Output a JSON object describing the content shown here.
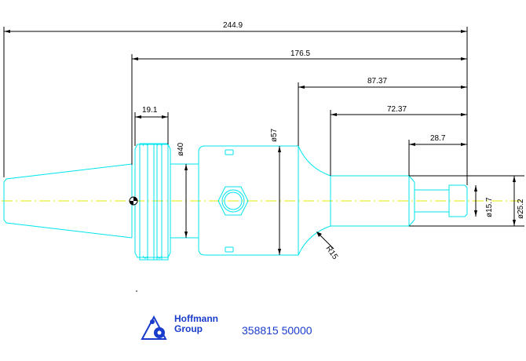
{
  "dimensions": {
    "overall_length": "244.9",
    "length_from_flange": "176.5",
    "length_from_body_end": "87.37",
    "neck_length": "72.37",
    "tip_length": "28.7",
    "flange_width": "19.1",
    "flange_diameter": "ø40",
    "body_diameter": "ø57",
    "tip_diameter": "ø15.7",
    "shank_diameter": "ø25.2",
    "fillet_radius": "R15"
  },
  "footer": {
    "brand_line1": "Hoffmann",
    "brand_line2": "Group",
    "part_number": "358815 50000"
  },
  "colors": {
    "part_outline": "#00e5ee",
    "center_line": "#e8e800",
    "dimension": "#000000",
    "brand": "#1a3ccc"
  }
}
